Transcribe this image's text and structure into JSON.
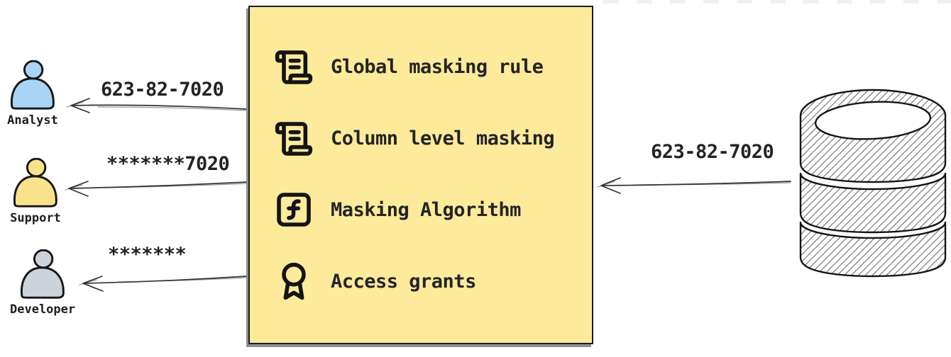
{
  "diagram_type": "data-masking-flow",
  "actors": [
    {
      "label": "Analyst",
      "received_value": "623-82-7020",
      "fill": "#a9d4f6"
    },
    {
      "label": "Support",
      "received_value": "*******7020",
      "fill": "#f8e28c"
    },
    {
      "label": "Developer",
      "received_value": "*******",
      "fill": "#cdd3da"
    }
  ],
  "masking_box": {
    "fill": "#fdea9b",
    "border_color": "#1c1c1c",
    "shadow_color": "#8f8f8f",
    "items": [
      {
        "icon": "scroll-text-icon",
        "label": "Global masking rule"
      },
      {
        "icon": "scroll-text-icon",
        "label": "Column level masking"
      },
      {
        "icon": "function-square-icon",
        "label": "Masking Algorithm"
      },
      {
        "icon": "award-icon",
        "label": "Access grants"
      }
    ]
  },
  "database": {
    "icon": "database-icon",
    "output_value": "623-82-7020",
    "hatch_color": "#606060"
  },
  "arrow_color": "#333333"
}
